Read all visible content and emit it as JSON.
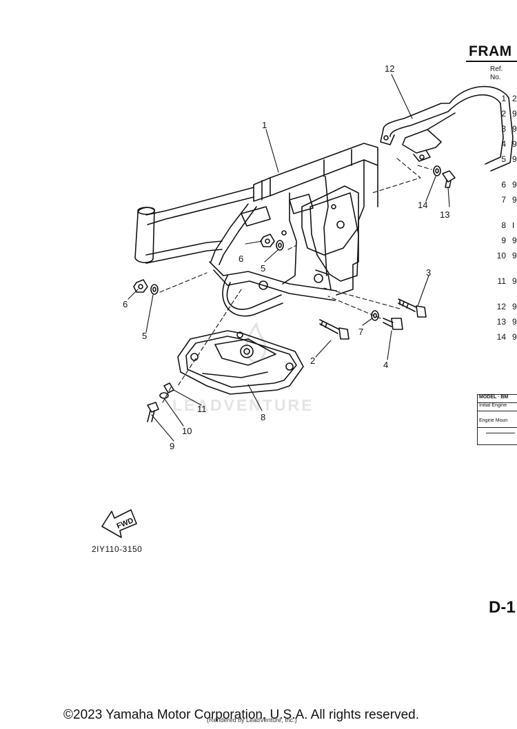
{
  "header": {
    "title": "FRAM",
    "ref_label_1": "Ref.",
    "ref_label_2": "No."
  },
  "ref_table": [
    {
      "no": "1",
      "code": "2"
    },
    {
      "no": "2",
      "code": "9"
    },
    {
      "no": "3",
      "code": "9"
    },
    {
      "no": "4",
      "code": "9"
    },
    {
      "no": "5",
      "code": "9"
    },
    {
      "no": "6",
      "code": "9"
    },
    {
      "no": "7",
      "code": "9"
    },
    {
      "no": "8",
      "code": "I"
    },
    {
      "no": "9",
      "code": "9"
    },
    {
      "no": "10",
      "code": "9"
    },
    {
      "no": "11",
      "code": "9"
    },
    {
      "no": "12",
      "code": "9"
    },
    {
      "no": "13",
      "code": "9"
    },
    {
      "no": "14",
      "code": "9"
    }
  ],
  "model_box": {
    "row1": "MODEL · BM",
    "row2": "Initial Engine",
    "row3": "Engine Moun"
  },
  "callouts": [
    "1",
    "2",
    "3",
    "4",
    "5",
    "6",
    "7",
    "8",
    "9",
    "10",
    "11",
    "12",
    "13",
    "14"
  ],
  "extra_callouts": [
    "5",
    "6"
  ],
  "fwd_label": "FWD",
  "part_code": "2IY110-3150",
  "page_number": "D-1",
  "watermark": "LEADVENTURE",
  "copyright": "©2023 Yamaha Motor Corporation, U.S.A. All rights reserved.",
  "rendered_by": "(Rendered by LeadVenture, Inc.)"
}
